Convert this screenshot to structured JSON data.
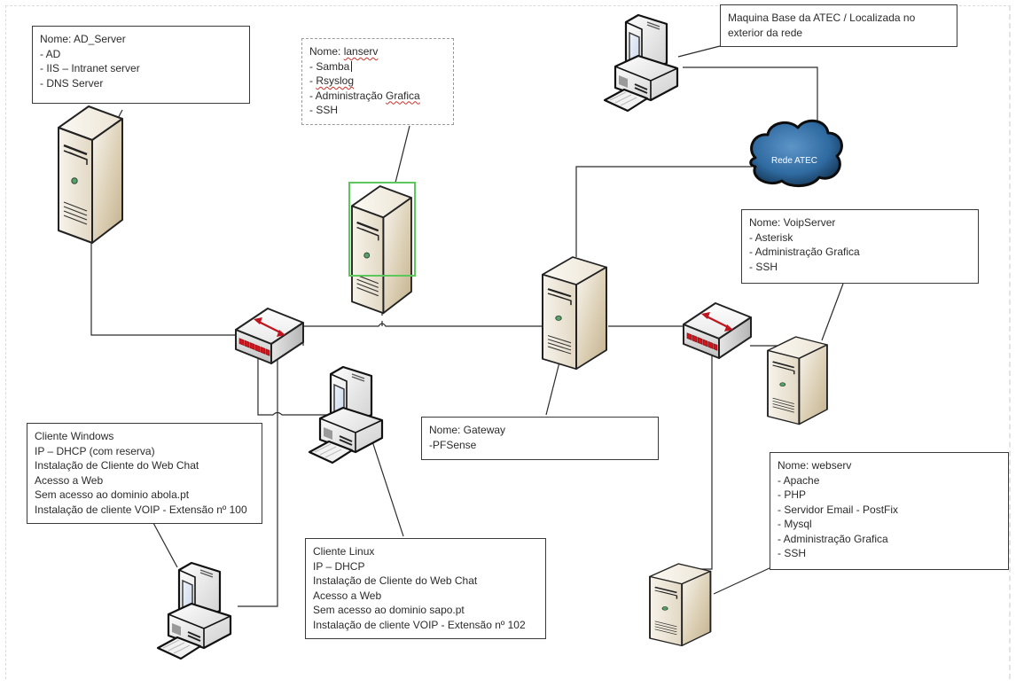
{
  "diagram": {
    "title": "Network topology diagram",
    "cloud": {
      "label": "Rede ATEC",
      "color": "#2f6aa0"
    },
    "selection_color": "#5cc85c",
    "switch_arrow_color": "#c0141e",
    "notes": {
      "ad_server": {
        "lines": [
          "Nome: AD_Server",
          "- AD",
          "- IIS – Intranet server",
          "- DNS Server"
        ]
      },
      "lanserv": {
        "name_prefix": "Nome: ",
        "name": "lanserv",
        "lines": [
          "- Samba",
          "- Rsyslog",
          "- Administração Grafica",
          "- SSH"
        ],
        "rsyslog_prefix": "- ",
        "rsyslog_word": "Rsyslog",
        "admin_prefix": "- Administração ",
        "admin_word": "Grafica"
      },
      "atec_base": {
        "lines": [
          "Maquina Base da ATEC / Localizada no",
          "exterior da rede"
        ]
      },
      "voip_server": {
        "lines": [
          "Nome: VoipServer",
          "- Asterisk",
          "- Administração Grafica",
          "- SSH"
        ]
      },
      "gateway": {
        "lines": [
          "Nome: Gateway",
          "-PFSense"
        ]
      },
      "cliente_windows": {
        "lines": [
          "Cliente Windows",
          "IP – DHCP (com reserva)",
          "Instalação de Cliente do Web Chat",
          "Acesso a Web",
          "Sem acesso ao dominio abola.pt",
          "Instalação de cliente VOIP - Extensão nº 100"
        ]
      },
      "cliente_linux": {
        "lines": [
          "Cliente Linux",
          "IP – DHCP",
          "Instalação de Cliente do Web Chat",
          "Acesso a Web",
          "Sem acesso ao dominio sapo.pt",
          "Instalação de cliente VOIP - Extensão nº 102"
        ]
      },
      "webserv": {
        "lines": [
          "Nome: webserv",
          "- Apache",
          "- PHP",
          "- Servidor Email - PostFix",
          "- Mysql",
          "- Administração Grafica",
          "- SSH"
        ]
      }
    }
  }
}
